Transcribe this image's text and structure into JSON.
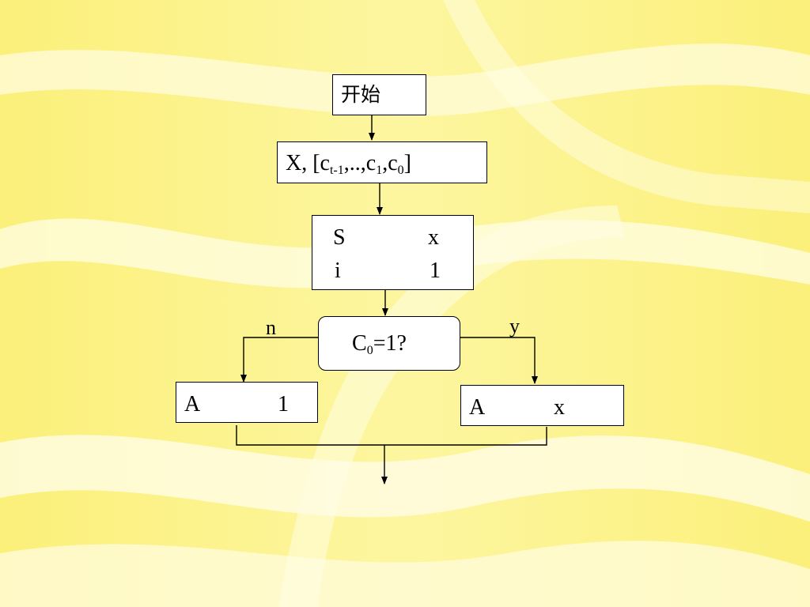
{
  "diagram": {
    "start": "开始",
    "input": {
      "lead": "X,  [c",
      "s1": "t-1",
      "mid1": ",..,c",
      "s2": "1",
      "mid2": ",c",
      "s3": "0",
      "tail": "]"
    },
    "init": {
      "row1_left": "S",
      "row1_right": "x",
      "row2_left": "i",
      "row2_right": "1"
    },
    "decision": {
      "pre": "C",
      "sub": "0",
      "post": "=1?",
      "no_label": "n",
      "yes_label": "y"
    },
    "branch_no": {
      "left": "A",
      "right": "1"
    },
    "branch_yes": {
      "left": "A",
      "right": "x"
    }
  },
  "theme": {
    "background": "#fdf580",
    "wave": "#fffde0",
    "box_fill": "#ffffff",
    "line": "#000000"
  }
}
